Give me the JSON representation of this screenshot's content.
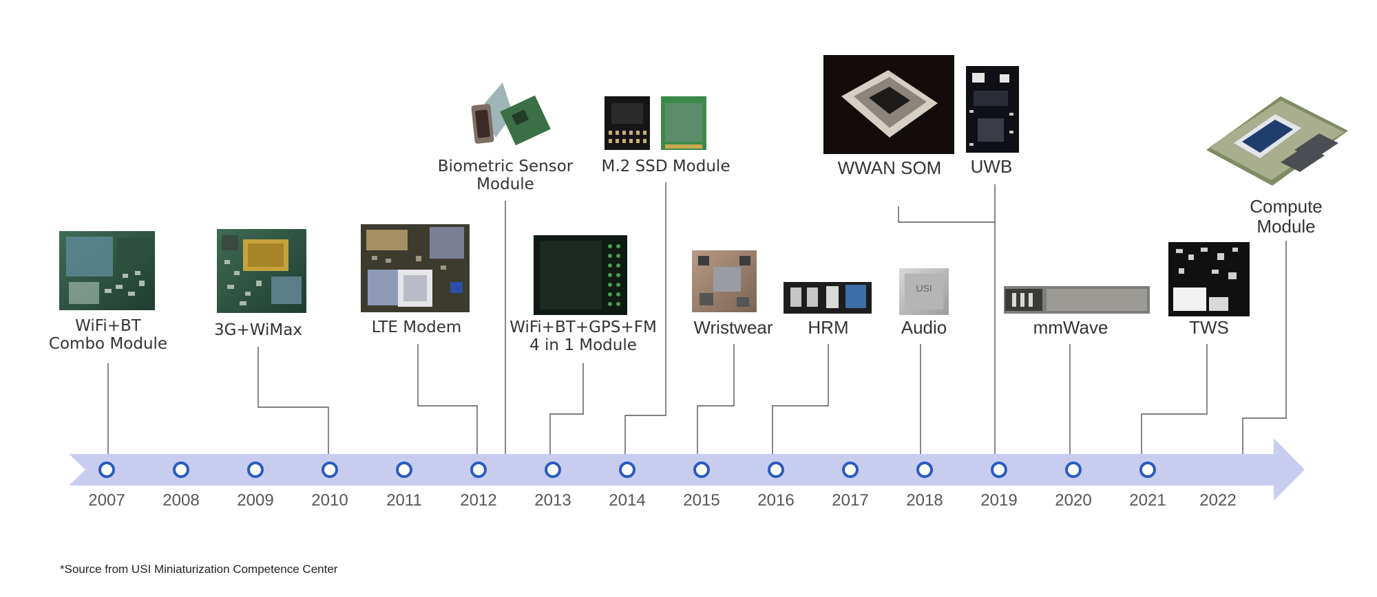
{
  "timeline": {
    "years": [
      "2007",
      "2008",
      "2009",
      "2010",
      "2011",
      "2012",
      "2013",
      "2014",
      "2015",
      "2016",
      "2017",
      "2018",
      "2019",
      "2020",
      "2021",
      "2022"
    ],
    "colors": {
      "band": "#c8cdf0",
      "marker": "#2a5bbf",
      "connector": "#555555"
    }
  },
  "milestones": [
    {
      "label": "WiFi+BT\nCombo Module",
      "year": "2007",
      "image": "wifi-bt-combo-module-image"
    },
    {
      "label": "3G+WiMax",
      "year": "2010",
      "image": "3g-wimax-module-image"
    },
    {
      "label": "LTE Modem",
      "year": "2012",
      "image": "lte-modem-image"
    },
    {
      "label": "Biometric Sensor\nModule",
      "year": "2012",
      "image": "biometric-sensor-module-image"
    },
    {
      "label": "WiFi+BT+GPS+FM\n4 in 1 Module",
      "year": "2013",
      "image": "4-in-1-module-image"
    },
    {
      "label": "M.2 SSD Module",
      "year": "2014",
      "image": "m2-ssd-module-image"
    },
    {
      "label": "Wristwear",
      "year": "2015",
      "image": "wristwear-module-image"
    },
    {
      "label": "HRM",
      "year": "2016",
      "image": "hrm-module-image"
    },
    {
      "label": "Audio",
      "year": "2018",
      "image": "audio-module-image"
    },
    {
      "label": "WWAN SOM",
      "year": "2019",
      "image": "wwan-som-image"
    },
    {
      "label": "UWB",
      "year": "2019",
      "image": "uwb-module-image"
    },
    {
      "label": "mmWave",
      "year": "2020",
      "image": "mmwave-module-image"
    },
    {
      "label": "TWS",
      "year": "2021",
      "image": "tws-module-image"
    },
    {
      "label": "Compute\nModule",
      "year": "2022",
      "image": "compute-module-image"
    }
  ],
  "footnote": "*Source from USI Miniaturization Competence Center"
}
